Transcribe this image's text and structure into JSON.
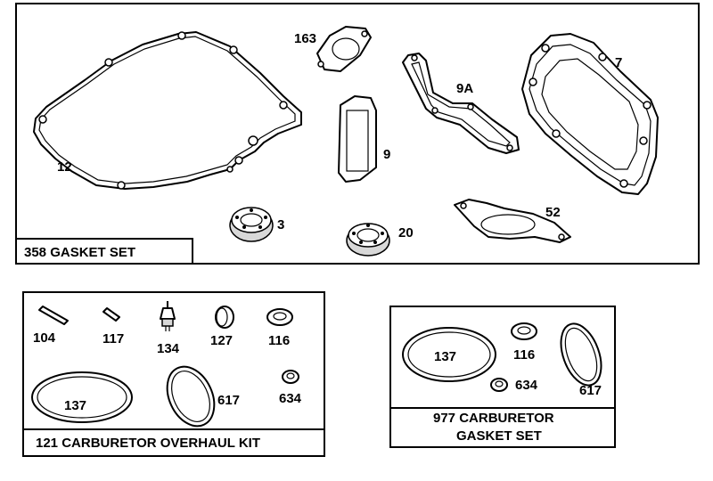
{
  "kits": {
    "gasket_set": {
      "title": "358 GASKET SET"
    },
    "overhaul_kit": {
      "title": "121 CARBURETOR OVERHAUL KIT"
    },
    "carb_gasket_set": {
      "title_line1": "977 CARBURETOR",
      "title_line2": "GASKET SET"
    }
  },
  "parts": {
    "gasket_set": {
      "p12": "12",
      "p163": "163",
      "p9": "9",
      "p9a": "9A",
      "p7": "7",
      "p3": "3",
      "p20": "20",
      "p52": "52"
    },
    "overhaul_kit": {
      "p104": "104",
      "p117": "117",
      "p134": "134",
      "p127": "127",
      "p116": "116",
      "p137": "137",
      "p617": "617",
      "p634": "634"
    },
    "carb_gasket_set": {
      "p137": "137",
      "p116": "116",
      "p634": "634",
      "p617": "617"
    }
  }
}
